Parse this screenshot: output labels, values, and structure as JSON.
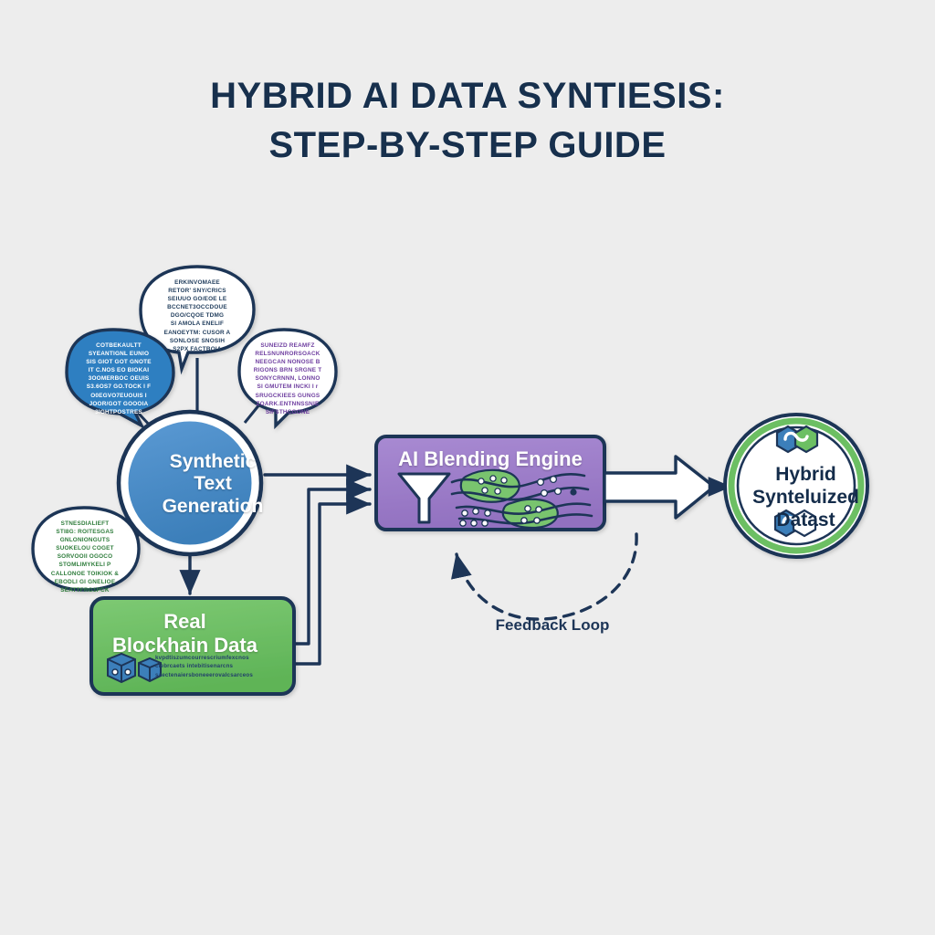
{
  "page": {
    "background_color": "#ededed",
    "ink_color": "#1d3557"
  },
  "title": {
    "line1": "HYBRID AI DATA SYNTIESIS:",
    "line2": "STEP-BY-STEP GUIDE",
    "color": "#17304d"
  },
  "nodes": {
    "synthetic": {
      "label_line1": "Synthetic",
      "label_line2": "Text",
      "label_line3": "Generation",
      "shape": "circle",
      "fill": "#4a8dc9",
      "stroke": "#1d3557"
    },
    "blockchain": {
      "label_line1": "Real",
      "label_line2": "Blockhain Data",
      "shape": "rounded-rect",
      "fill": "#6cbf63",
      "stroke": "#1d3557",
      "detail_lines": [
        "kvpdtiszumcourrescriumfexcnos",
        "ciebrcaets intebitisenarcns",
        "saectenaiersboneeerovalcsarceos"
      ],
      "icon": "blockchain-cubes-icon"
    },
    "engine": {
      "label": "AI Blending Engine",
      "shape": "rounded-rect",
      "fill": "#9b7bc8",
      "stroke": "#1d3557",
      "icon": "funnel-icon",
      "decoration": "blend-waves"
    },
    "output": {
      "label_line1": "Hybrid",
      "label_line2": "Synteluized",
      "label_line3": "Datast",
      "shape": "circle",
      "fill": "#ffffff",
      "ring": "#6cbf63",
      "stroke": "#1d3557",
      "icon": "linked-hexagons-icon"
    }
  },
  "bubbles": [
    {
      "id": "bubble-top",
      "style": "outline",
      "fill": "#ffffff",
      "text_color": "#24405f",
      "lines": [
        "ERKINVOMAEE",
        "RETOR' SNY/CRICS",
        "SEIUUO GO/EOE LE",
        "BCCNET3OCCDOUE",
        "DGO/CQOE TDMG",
        "SI AMOLA ENELIF",
        "EANOEYTM: CUSOR A",
        "SONLOSE SNOSIH",
        "S2PX FACTBOIA"
      ]
    },
    {
      "id": "bubble-left-blue",
      "style": "filled-blue",
      "fill": "#2f7fc1",
      "text_color": "#ffffff",
      "lines": [
        "COTBEKAULTT",
        "SYEANTIGNL EUNIO",
        "SIS GIOT GOT GNOTE",
        "IT C.NOS EO BIOKAI",
        "3OOMERBOC OEUIS",
        "S3.6OS7 GO.TOCK I F",
        "O0EGVO7EUOUIS I",
        "JOOR/GOT GOOOIA",
        "3IGHTPOSTRES"
      ]
    },
    {
      "id": "bubble-right-purple",
      "style": "outline",
      "fill": "#ffffff",
      "text_color": "#6f3fa0",
      "lines": [
        "SUNEIZD REAMFZ",
        "RELSNUNRORSOACK",
        "NEEGCAN NONOSE B",
        "RIGONS BRN SRGNE T",
        "SONYCRNNN, LONNO",
        "SI GMUTEM INCKI I r",
        "SRUGCKIEES GUNGS",
        "ZOARK.ENTNNSSNIE",
        "SIFSTHCGONE"
      ]
    },
    {
      "id": "bubble-lower-left-green",
      "style": "outline",
      "fill": "#ffffff",
      "text_color": "#2f7d3c",
      "lines": [
        "STNESDIALIEFT",
        "STI8G: ROITESGAS",
        "GNLONIONGUTS",
        "SUOKELOU COGET",
        "SORVOOII OGOCO",
        "STOMLIMYKELI P",
        "CALLONOE TOIKIOK &",
        "EBODLI GI GNELIOE",
        "SEATTFRG1PCK"
      ]
    }
  ],
  "connectors": {
    "feedback_label": "Feedback Loop",
    "feedback_style": "dashed-curve-arrow",
    "output_arrow": "block-arrow"
  }
}
